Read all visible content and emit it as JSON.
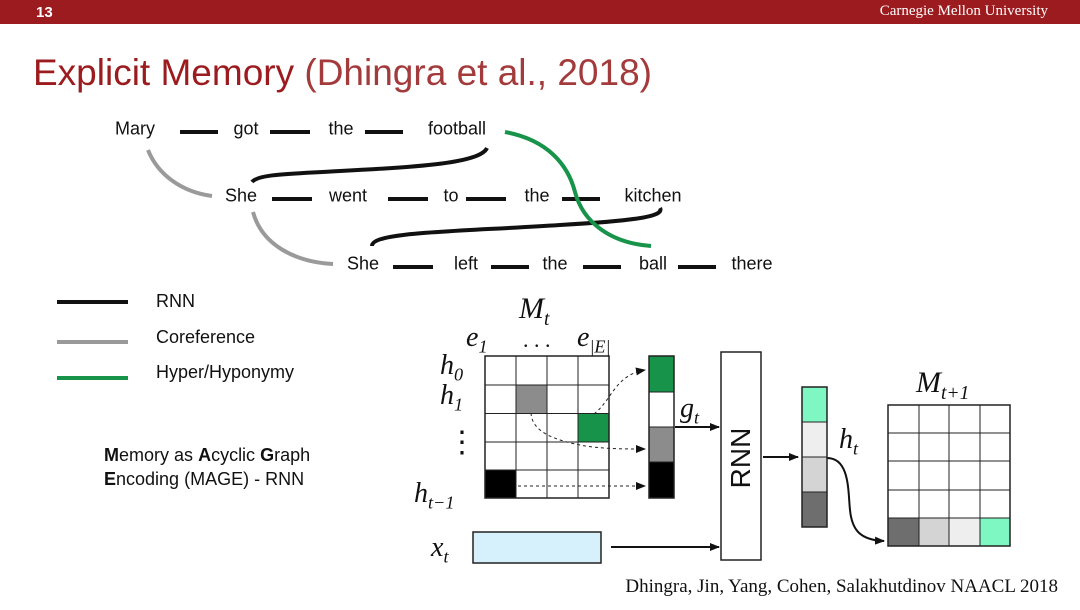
{
  "header": {
    "slide_number": "13",
    "university": "Carnegie Mellon University"
  },
  "title": {
    "main": "Explicit Memory",
    "citation": "(Dhingra et al., 2018)"
  },
  "sentences": {
    "line1": [
      "Mary",
      "got",
      "the",
      "football"
    ],
    "line2": [
      "She",
      "went",
      "to",
      "the",
      "kitchen"
    ],
    "line3": [
      "She",
      "left",
      "the",
      "ball",
      "there"
    ]
  },
  "legend": [
    {
      "label": "RNN",
      "color": "#111111"
    },
    {
      "label": "Coreference",
      "color": "#999999"
    },
    {
      "label": "Hyper/Hyponymy",
      "color": "#17934a"
    }
  ],
  "mage": {
    "line1": "Memory as Acyclic Graph",
    "line2": "Encoding (MAGE) - RNN"
  },
  "diagram": {
    "memory_label": "M",
    "memory_sub": "t",
    "col_first": "e",
    "col_first_sub": "1",
    "col_dots": ". . .",
    "col_last": "e",
    "col_last_sub": "|E|",
    "row_h0": "h",
    "row_h0_sub": "0",
    "row_h1": "h",
    "row_h1_sub": "1",
    "row_vdots": "⋮",
    "row_last": "h",
    "row_last_sub": "t−1",
    "input": "x",
    "input_sub": "t",
    "gate": "g",
    "gate_sub": "t",
    "rnn": "RNN",
    "hidden": "h",
    "hidden_sub": "t",
    "next_memory": "M",
    "next_memory_sub": "t+1"
  },
  "colors": {
    "brand": "#9b1b1f",
    "green": "#17934a",
    "gray_cell": "#8c8c8c",
    "black_cell": "#000000",
    "light_green": "#7ef7c2",
    "input_box": "#d6f0fc"
  },
  "citation": "Dhingra, Jin, Yang, Cohen, Salakhutdinov NAACL 2018"
}
